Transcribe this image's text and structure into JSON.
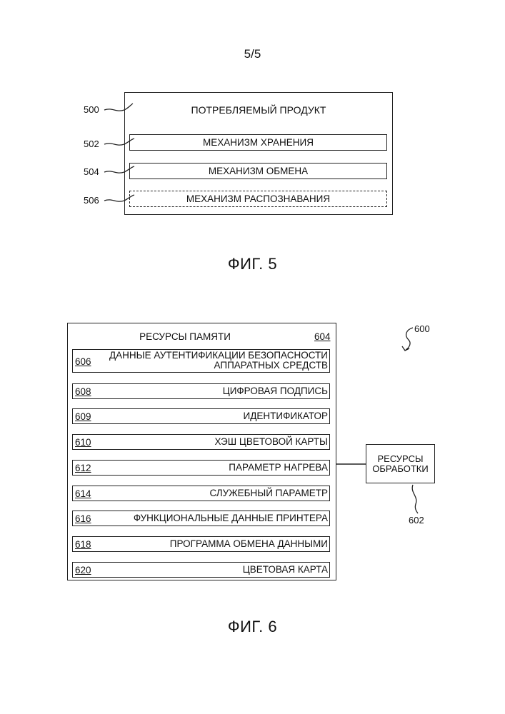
{
  "page_number": "5/5",
  "fig5": {
    "caption": "ФИГ. 5",
    "container_ref": "500",
    "title": "ПОТРЕБЛЯЕМЫЙ ПРОДУКТ",
    "items": [
      {
        "ref": "502",
        "label": "МЕХАНИЗМ ХРАНЕНИЯ",
        "style": "solid"
      },
      {
        "ref": "504",
        "label": "МЕХАНИЗМ ОБМЕНА",
        "style": "solid"
      },
      {
        "ref": "506",
        "label": "МЕХАНИЗМ РАСПОЗНАВАНИЯ",
        "style": "dashed"
      }
    ]
  },
  "fig6": {
    "caption": "ФИГ. 6",
    "system_ref": "600",
    "memory": {
      "title": "РЕСУРСЫ ПАМЯТИ",
      "ref": "604",
      "items": [
        {
          "ref": "606",
          "label": "ДАННЫЕ АУТЕНТИФИКАЦИИ БЕЗОПАСНОСТИ АППАРАТНЫХ СРЕДСТВ"
        },
        {
          "ref": "608",
          "label": "ЦИФРОВАЯ ПОДПИСЬ"
        },
        {
          "ref": "609",
          "label": "ИДЕНТИФИКАТОР"
        },
        {
          "ref": "610",
          "label": "ХЭШ ЦВЕТОВОЙ КАРТЫ"
        },
        {
          "ref": "612",
          "label": "ПАРАМЕТР НАГРЕВА"
        },
        {
          "ref": "614",
          "label": "СЛУЖЕБНЫЙ ПАРАМЕТР"
        },
        {
          "ref": "616",
          "label": "ФУНКЦИОНАЛЬНЫЕ ДАННЫЕ ПРИНТЕРА"
        },
        {
          "ref": "618",
          "label": "ПРОГРАММА ОБМЕНА ДАННЫМИ"
        },
        {
          "ref": "620",
          "label": "ЦВЕТОВАЯ КАРТА"
        }
      ]
    },
    "processing": {
      "label": "РЕСУРСЫ ОБРАБОТКИ",
      "ref": "602"
    }
  }
}
